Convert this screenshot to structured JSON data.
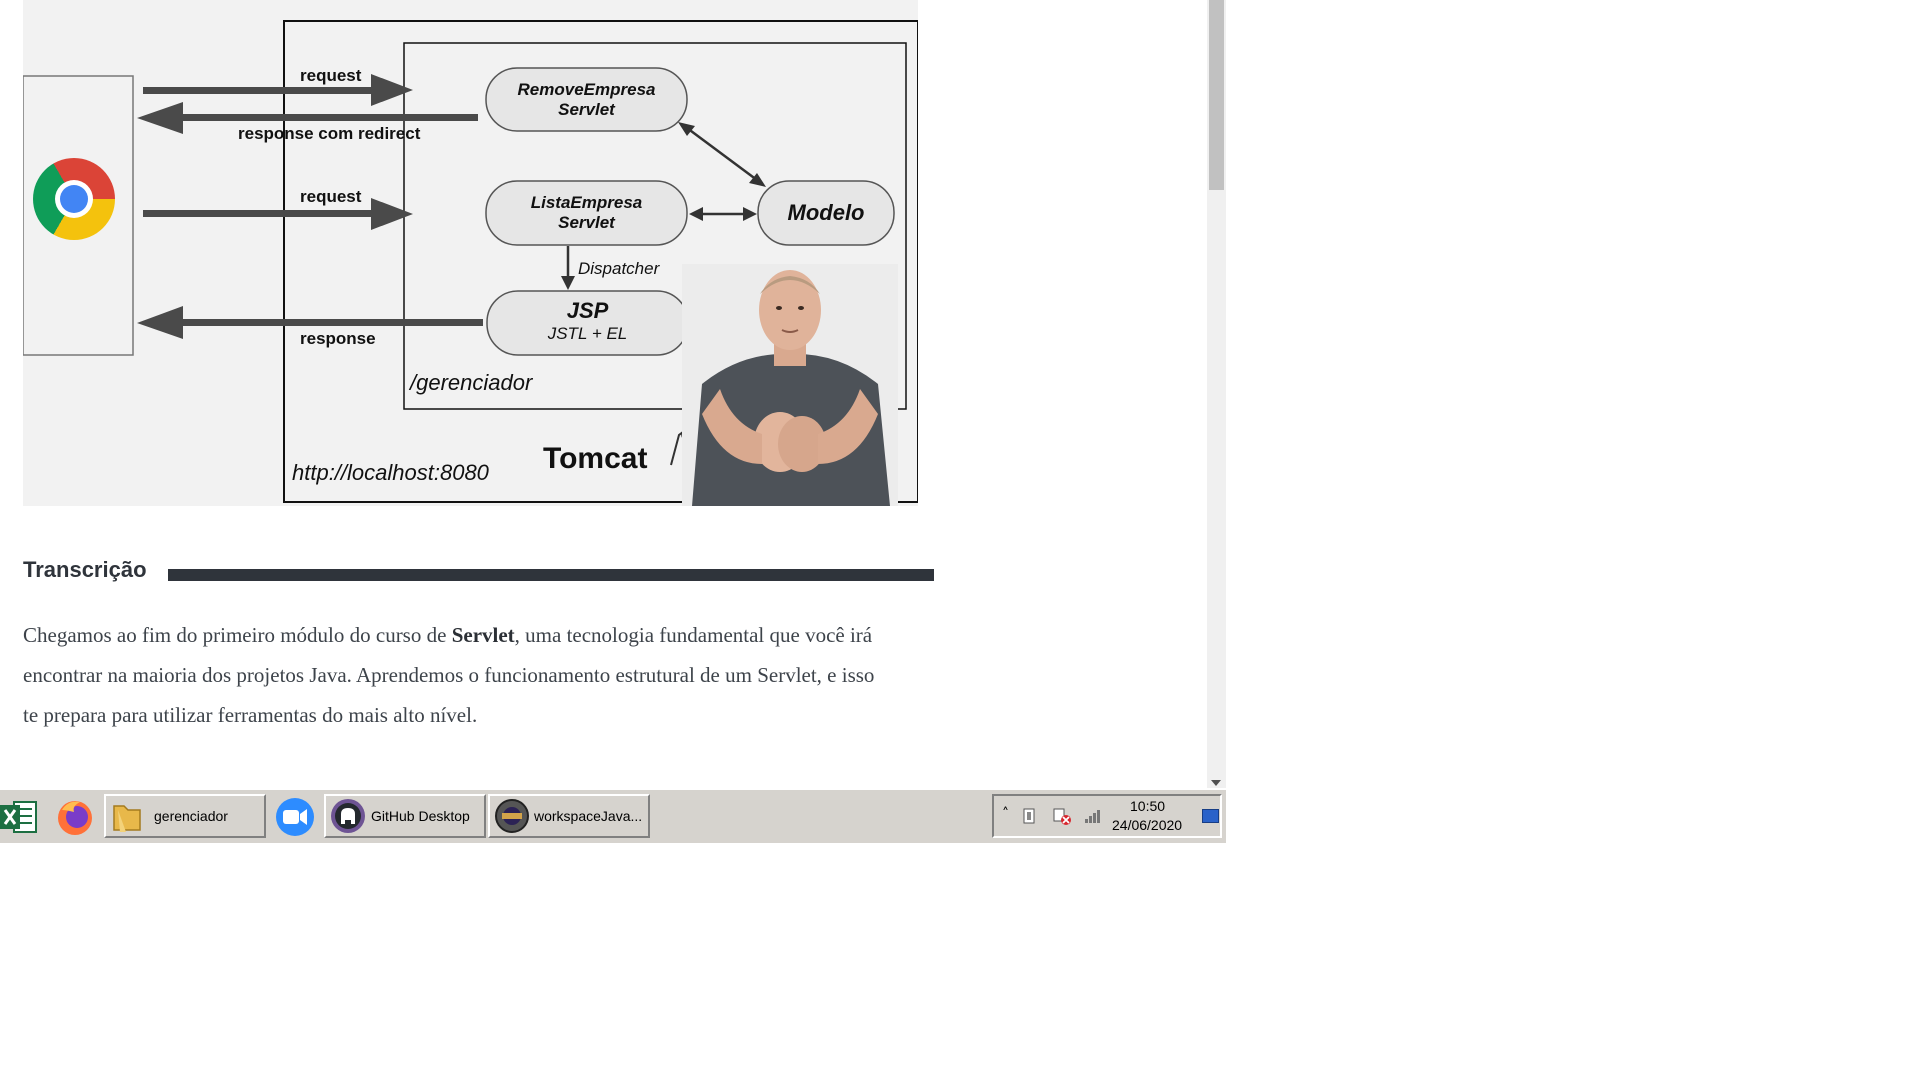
{
  "diagram": {
    "labels": {
      "request_top": "request",
      "response_redirect": "response com redirect",
      "request_mid": "request",
      "response_bottom": "response",
      "dispatcher": "Dispatcher",
      "context": "/gerenciador",
      "url": "http://localhost:8080",
      "server": "Tomcat"
    },
    "nodes": {
      "remove_line1": "RemoveEmpresa",
      "remove_line2": "Servlet",
      "lista_line1": "ListaEmpresa",
      "lista_line2": "Servlet",
      "modelo": "Modelo",
      "jsp_line1": "JSP",
      "jsp_line2": "JSTL + EL"
    },
    "browser_icon": "chrome-icon",
    "server_icon": "tomcat-icon"
  },
  "presenter": {
    "icon": "presenter-video"
  },
  "transcript": {
    "heading": "Transcrição",
    "p_before": "Chegamos ao fim do primeiro módulo do curso de ",
    "p_bold": "Servlet",
    "p_after": ", uma tecnologia fundamental que você irá encontrar na maioria dos projetos Java. Aprendemos o funcionamento estrutural de um Servlet, e isso te prepara para utilizar ferramentas do mais alto nível."
  },
  "taskbar": {
    "apps": [
      {
        "name": "excel-icon"
      },
      {
        "name": "firefox-icon"
      }
    ],
    "buttons": {
      "folder_label": "gerenciador",
      "github_label": "GitHub Desktop",
      "eclipse_label": "workspaceJava..."
    },
    "tray": {
      "time": "10:50",
      "date": "24/06/2020",
      "expand_arrow": "˄"
    }
  }
}
